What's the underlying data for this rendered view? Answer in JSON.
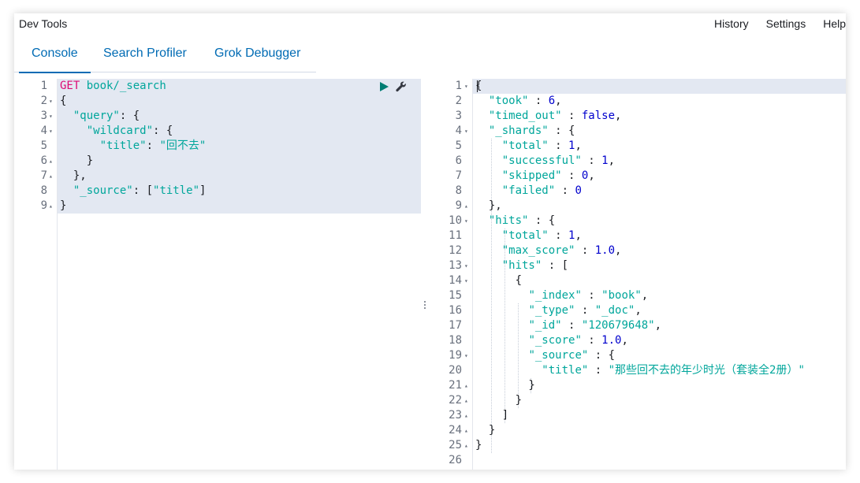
{
  "app": {
    "title": "Dev Tools"
  },
  "top_links": [
    "History",
    "Settings",
    "Help"
  ],
  "tabs": [
    {
      "label": "Console",
      "active": true
    },
    {
      "label": "Search Profiler",
      "active": false
    },
    {
      "label": "Grok Debugger",
      "active": false
    }
  ],
  "colors": {
    "accent": "#006bb4",
    "method": "#dd0a73",
    "key": "#00a69b",
    "number": "#0000cd",
    "highlight": "#e3e8f2",
    "run_icon": "#017d73"
  },
  "icons": {
    "run": "play-icon",
    "settings": "wrench-icon"
  },
  "request": {
    "lines": [
      {
        "n": "1",
        "fold": "",
        "tokens": [
          [
            "method",
            "GET "
          ],
          [
            "url",
            "book/_search"
          ]
        ]
      },
      {
        "n": "2",
        "fold": "open",
        "tokens": [
          [
            "p",
            "{"
          ]
        ]
      },
      {
        "n": "3",
        "fold": "open",
        "tokens": [
          [
            "p",
            "  "
          ],
          [
            "k",
            "\"query\""
          ],
          [
            "p",
            ": {"
          ]
        ]
      },
      {
        "n": "4",
        "fold": "open",
        "tokens": [
          [
            "p",
            "    "
          ],
          [
            "k",
            "\"wildcard\""
          ],
          [
            "p",
            ": {"
          ]
        ]
      },
      {
        "n": "5",
        "fold": "",
        "tokens": [
          [
            "p",
            "      "
          ],
          [
            "k",
            "\"title\""
          ],
          [
            "p",
            ": "
          ],
          [
            "s",
            "\"回不去\""
          ]
        ]
      },
      {
        "n": "6",
        "fold": "close",
        "tokens": [
          [
            "p",
            "    }"
          ]
        ]
      },
      {
        "n": "7",
        "fold": "close",
        "tokens": [
          [
            "p",
            "  },"
          ]
        ]
      },
      {
        "n": "8",
        "fold": "",
        "tokens": [
          [
            "p",
            "  "
          ],
          [
            "k",
            "\"_source\""
          ],
          [
            "p",
            ": ["
          ],
          [
            "s",
            "\"title\""
          ],
          [
            "p",
            "]"
          ]
        ]
      },
      {
        "n": "9",
        "fold": "close",
        "tokens": [
          [
            "p",
            "}"
          ]
        ]
      }
    ]
  },
  "response": {
    "lines": [
      {
        "n": "1",
        "fold": "open",
        "tokens": [
          [
            "p",
            "{"
          ]
        ]
      },
      {
        "n": "2",
        "fold": "",
        "tokens": [
          [
            "p",
            "  "
          ],
          [
            "k",
            "\"took\""
          ],
          [
            "p",
            " : "
          ],
          [
            "n",
            "6"
          ],
          [
            "p",
            ","
          ]
        ]
      },
      {
        "n": "3",
        "fold": "",
        "tokens": [
          [
            "p",
            "  "
          ],
          [
            "k",
            "\"timed_out\""
          ],
          [
            "p",
            " : "
          ],
          [
            "b",
            "false"
          ],
          [
            "p",
            ","
          ]
        ]
      },
      {
        "n": "4",
        "fold": "open",
        "tokens": [
          [
            "p",
            "  "
          ],
          [
            "k",
            "\"_shards\""
          ],
          [
            "p",
            " : {"
          ]
        ]
      },
      {
        "n": "5",
        "fold": "",
        "tokens": [
          [
            "p",
            "    "
          ],
          [
            "k",
            "\"total\""
          ],
          [
            "p",
            " : "
          ],
          [
            "n",
            "1"
          ],
          [
            "p",
            ","
          ]
        ]
      },
      {
        "n": "6",
        "fold": "",
        "tokens": [
          [
            "p",
            "    "
          ],
          [
            "k",
            "\"successful\""
          ],
          [
            "p",
            " : "
          ],
          [
            "n",
            "1"
          ],
          [
            "p",
            ","
          ]
        ]
      },
      {
        "n": "7",
        "fold": "",
        "tokens": [
          [
            "p",
            "    "
          ],
          [
            "k",
            "\"skipped\""
          ],
          [
            "p",
            " : "
          ],
          [
            "n",
            "0"
          ],
          [
            "p",
            ","
          ]
        ]
      },
      {
        "n": "8",
        "fold": "",
        "tokens": [
          [
            "p",
            "    "
          ],
          [
            "k",
            "\"failed\""
          ],
          [
            "p",
            " : "
          ],
          [
            "n",
            "0"
          ]
        ]
      },
      {
        "n": "9",
        "fold": "close",
        "tokens": [
          [
            "p",
            "  },"
          ]
        ]
      },
      {
        "n": "10",
        "fold": "open",
        "tokens": [
          [
            "p",
            "  "
          ],
          [
            "k",
            "\"hits\""
          ],
          [
            "p",
            " : {"
          ]
        ]
      },
      {
        "n": "11",
        "fold": "",
        "tokens": [
          [
            "p",
            "    "
          ],
          [
            "k",
            "\"total\""
          ],
          [
            "p",
            " : "
          ],
          [
            "n",
            "1"
          ],
          [
            "p",
            ","
          ]
        ]
      },
      {
        "n": "12",
        "fold": "",
        "tokens": [
          [
            "p",
            "    "
          ],
          [
            "k",
            "\"max_score\""
          ],
          [
            "p",
            " : "
          ],
          [
            "n",
            "1.0"
          ],
          [
            "p",
            ","
          ]
        ]
      },
      {
        "n": "13",
        "fold": "open",
        "tokens": [
          [
            "p",
            "    "
          ],
          [
            "k",
            "\"hits\""
          ],
          [
            "p",
            " : ["
          ]
        ]
      },
      {
        "n": "14",
        "fold": "open",
        "tokens": [
          [
            "p",
            "      {"
          ]
        ]
      },
      {
        "n": "15",
        "fold": "",
        "tokens": [
          [
            "p",
            "        "
          ],
          [
            "k",
            "\"_index\""
          ],
          [
            "p",
            " : "
          ],
          [
            "s",
            "\"book\""
          ],
          [
            "p",
            ","
          ]
        ]
      },
      {
        "n": "16",
        "fold": "",
        "tokens": [
          [
            "p",
            "        "
          ],
          [
            "k",
            "\"_type\""
          ],
          [
            "p",
            " : "
          ],
          [
            "s",
            "\"_doc\""
          ],
          [
            "p",
            ","
          ]
        ]
      },
      {
        "n": "17",
        "fold": "",
        "tokens": [
          [
            "p",
            "        "
          ],
          [
            "k",
            "\"_id\""
          ],
          [
            "p",
            " : "
          ],
          [
            "s",
            "\"120679648\""
          ],
          [
            "p",
            ","
          ]
        ]
      },
      {
        "n": "18",
        "fold": "",
        "tokens": [
          [
            "p",
            "        "
          ],
          [
            "k",
            "\"_score\""
          ],
          [
            "p",
            " : "
          ],
          [
            "n",
            "1.0"
          ],
          [
            "p",
            ","
          ]
        ]
      },
      {
        "n": "19",
        "fold": "open",
        "tokens": [
          [
            "p",
            "        "
          ],
          [
            "k",
            "\"_source\""
          ],
          [
            "p",
            " : {"
          ]
        ]
      },
      {
        "n": "20",
        "fold": "",
        "tokens": [
          [
            "p",
            "          "
          ],
          [
            "k",
            "\"title\""
          ],
          [
            "p",
            " : "
          ],
          [
            "s",
            "\"那些回不去的年少时光（套装全2册）\""
          ]
        ]
      },
      {
        "n": "21",
        "fold": "close",
        "tokens": [
          [
            "p",
            "        }"
          ]
        ]
      },
      {
        "n": "22",
        "fold": "close",
        "tokens": [
          [
            "p",
            "      }"
          ]
        ]
      },
      {
        "n": "23",
        "fold": "close",
        "tokens": [
          [
            "p",
            "    ]"
          ]
        ]
      },
      {
        "n": "24",
        "fold": "close",
        "tokens": [
          [
            "p",
            "  }"
          ]
        ]
      },
      {
        "n": "25",
        "fold": "close",
        "tokens": [
          [
            "p",
            "}"
          ]
        ]
      },
      {
        "n": "26",
        "fold": "",
        "tokens": []
      }
    ]
  }
}
